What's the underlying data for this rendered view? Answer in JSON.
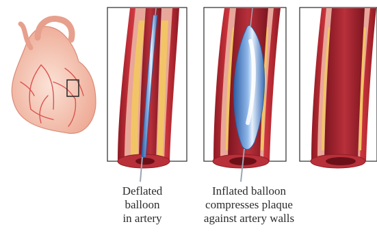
{
  "figure": {
    "captions": [
      {
        "id": "deflated",
        "text": "Deflated\nballoon\nin artery"
      },
      {
        "id": "inflated",
        "text": "Inflated balloon\ncompresses plaque\nagainst artery walls"
      }
    ],
    "colors": {
      "artery_outer": "#c8313a",
      "artery_wall": "#e8a79a",
      "plaque": "#f2c466",
      "lumen": "#a92330",
      "balloon": "#5f95d6",
      "balloon_highlight": "#e6f0fb",
      "heart_fill": "#f6c9b8",
      "heart_vessel": "#d9534f",
      "frame": "#3a3a3a"
    },
    "icons": [
      "heart-illustration",
      "magnifier-box"
    ]
  }
}
